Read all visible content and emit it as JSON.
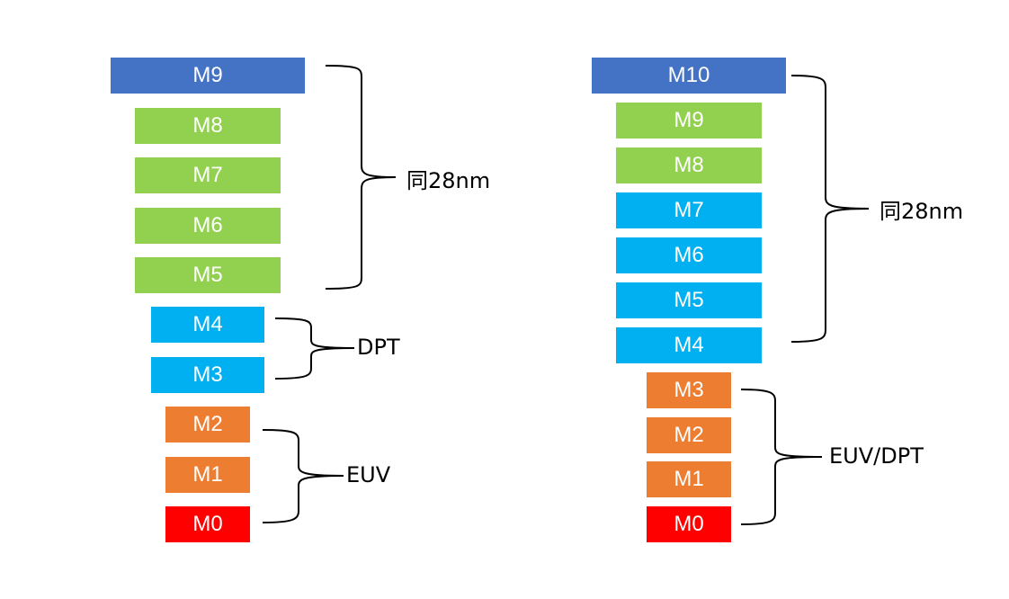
{
  "left_stack": {
    "m9": "M9",
    "m8": "M8",
    "m7": "M7",
    "m6": "M6",
    "m5": "M5",
    "m4": "M4",
    "m3": "M3",
    "m2": "M2",
    "m1": "M1",
    "m0": "M0",
    "group_same_28nm": "同28nm",
    "group_dpt": "DPT",
    "group_euv": "EUV"
  },
  "right_stack": {
    "m10": "M10",
    "m9": "M9",
    "m8": "M8",
    "m7": "M7",
    "m6": "M6",
    "m5": "M5",
    "m4": "M4",
    "m3": "M3",
    "m2": "M2",
    "m1": "M1",
    "m0": "M0",
    "group_same_28nm": "同28nm",
    "group_euv_dpt": "EUV/DPT"
  },
  "colors": {
    "blue": "#4472c4",
    "green": "#92d050",
    "cyan": "#00b0f0",
    "orange": "#ed7d31",
    "red": "#ff0000"
  }
}
